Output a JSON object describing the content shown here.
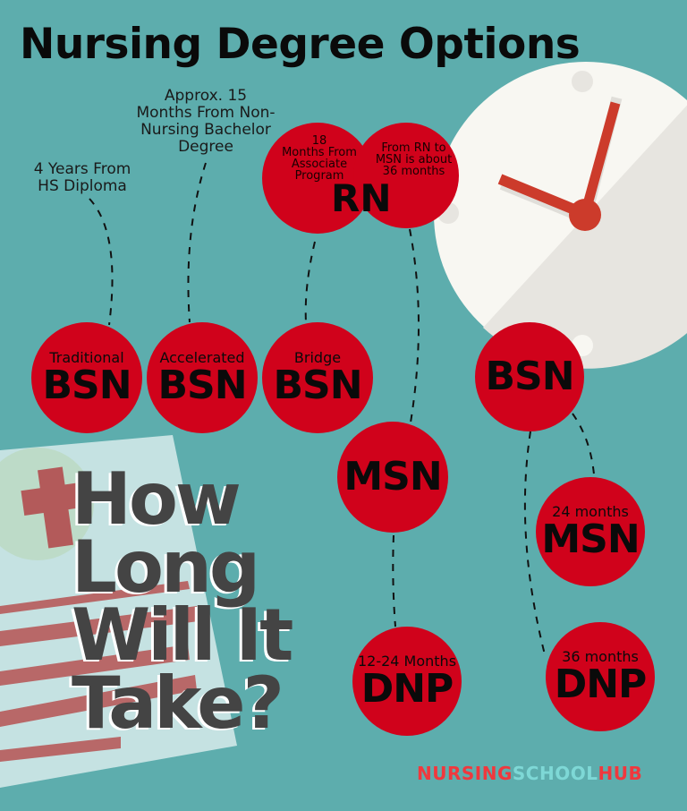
{
  "header": {
    "title": "Nursing Degree Options"
  },
  "notes": {
    "traditional": [
      "4 Years From",
      "HS Diploma"
    ],
    "accelerated": [
      "Approx. 15",
      "Months From Non-",
      "Nursing Bachelor",
      "Degree"
    ]
  },
  "rn": {
    "label": "RN",
    "left_note": [
      "18",
      "Months From",
      "Associate",
      "Program"
    ],
    "right_note": [
      "From RN to",
      "MSN is about",
      "36 months"
    ]
  },
  "bsn_row": [
    {
      "sub": "Traditional",
      "label": "BSN"
    },
    {
      "sub": "Accelerated",
      "label": "BSN"
    },
    {
      "sub": "Bridge",
      "label": "BSN"
    },
    {
      "sub": "",
      "label": "BSN"
    }
  ],
  "msn_center": {
    "sub": "",
    "label": "MSN"
  },
  "msn_right": {
    "sub": "24 months",
    "label": "MSN"
  },
  "dnp_center": {
    "sub": "12-24 Months",
    "label": "DNP"
  },
  "dnp_right": {
    "sub": "36 months",
    "label": "DNP"
  },
  "headline": [
    "How",
    "Long",
    "Will It",
    "Take?"
  ],
  "brand": {
    "part1": "NURSING",
    "part2": "SCHOOL",
    "part3": "HUB"
  },
  "colors": {
    "background": "#5dadad",
    "circle_red": "#d0021b",
    "clock_face": "#f8f7f2",
    "clock_hand": "#cc3b2b",
    "brand_red": "#f0383d",
    "brand_teal": "#7ed8d6"
  }
}
